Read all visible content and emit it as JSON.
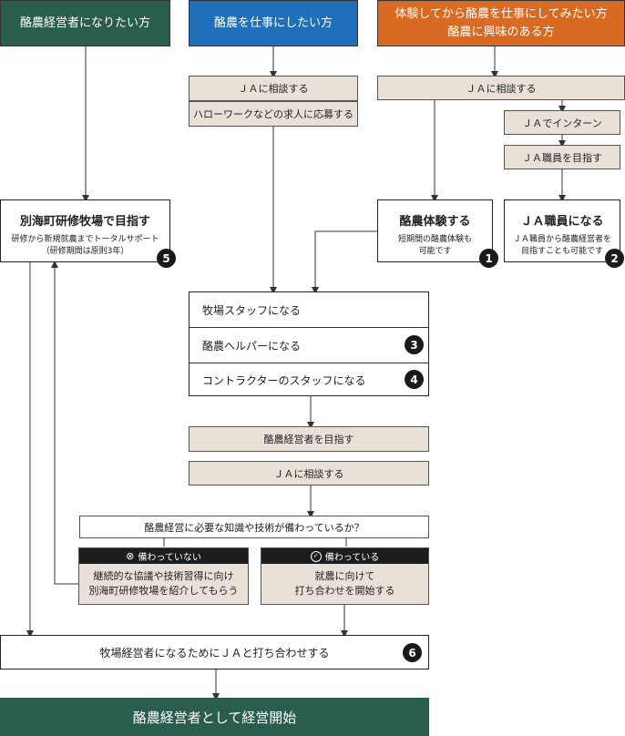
{
  "headers": {
    "left": "酪農経営者になりたい方",
    "middle": "酪農を仕事にしたい方",
    "right_line1": "体験してから酪農を仕事にしてみたい方",
    "right_line2": "酪農に興味のある方"
  },
  "middle_steps": [
    "ＪＡに相談する",
    "ハローワークなどの求人に応募する"
  ],
  "right_step": "ＪＡに相談する",
  "right_sub_steps": [
    "ＪＡでインターン",
    "ＪＡ職員を目指す"
  ],
  "box_taiken": {
    "title": "酪農体験する",
    "sub1": "短期間の酪農体験も",
    "sub2": "可能です",
    "num": "1"
  },
  "box_ja_staff": {
    "title": "ＪＡ職員になる",
    "sub1": "ＪＡ職員から酪農経営者を",
    "sub2": "目指すことも可能です",
    "num": "2"
  },
  "box_kenshu": {
    "title": "別海町研修牧場で目指す",
    "sub1": "研修から新規就農までトータルサポート",
    "sub2": "（研修期間は原則3年）",
    "num": "5"
  },
  "options": [
    {
      "label": "牧場スタッフになる",
      "num": ""
    },
    {
      "label": "酪農ヘルパーになる",
      "num": "3"
    },
    {
      "label": "コントラクターのスタッフになる",
      "num": "4"
    }
  ],
  "center_steps": [
    "酪農経営者を目指す",
    "ＪＡに相談する"
  ],
  "question": "酪農経営に必要な知識や技術が備わっているか？",
  "branch_no": {
    "icon": "⊗",
    "label": "備わっていない",
    "line1": "継続的な協議や技術習得に向け",
    "line2": "別海町研修牧場を紹介してもらう"
  },
  "branch_yes": {
    "icon": "✓",
    "label": "備わっている",
    "line1": "就農に向けて",
    "line2": "打ち合わせを開始する"
  },
  "meeting": {
    "label": "牧場経営者になるためにＪＡと打ち合わせする",
    "num": "6"
  },
  "final": "酪農経営者として経営開始",
  "colors": {
    "green": "#2a5d4e",
    "blue": "#1f6fba",
    "orange": "#d86a22",
    "beige": "#e9e1d8",
    "black": "#1d1d1d"
  }
}
